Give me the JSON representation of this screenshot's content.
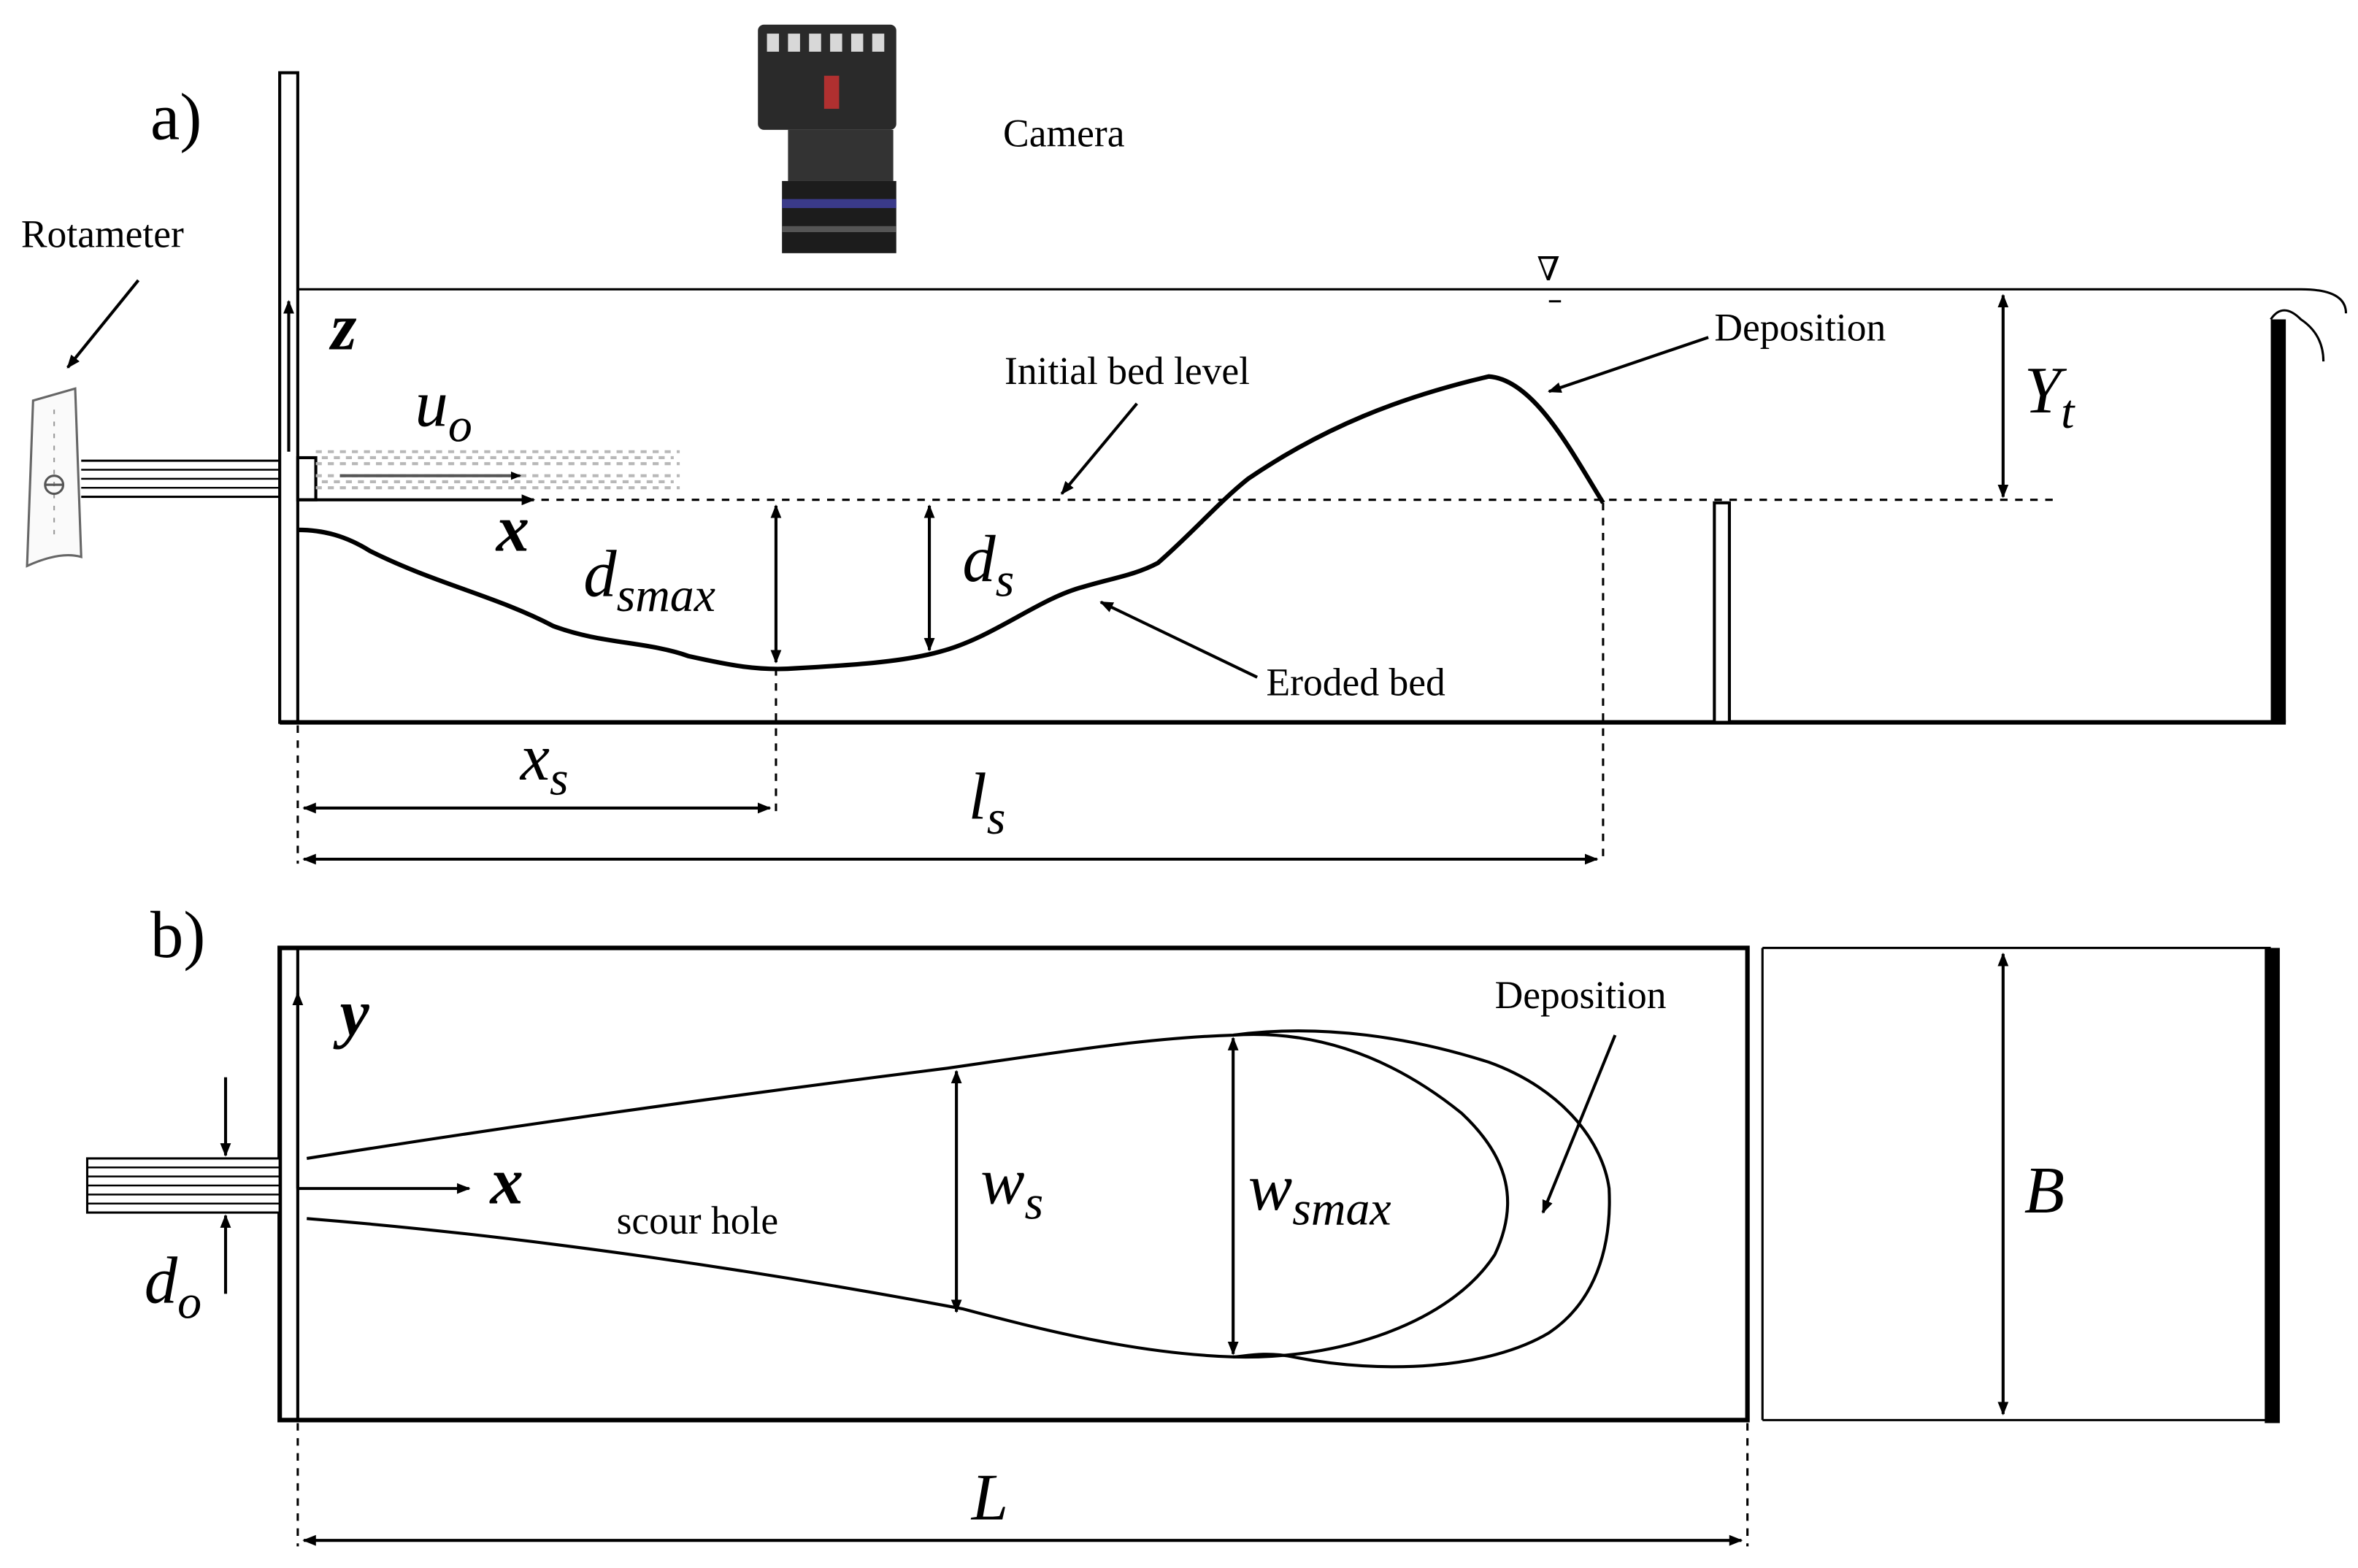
{
  "panel_a": {
    "panel_label": "a)",
    "camera_label": "Camera",
    "rotameter_label": "Rotameter",
    "axis_z": "z",
    "axis_x": "x",
    "velocity": {
      "base": "u",
      "sub": "o"
    },
    "initial_bed_label": "Initial  bed level",
    "deposition_label": "Deposition",
    "eroded_bed_label": "Eroded bed",
    "water_depth": {
      "base": "Y",
      "sub": "t"
    },
    "max_scour_depth": {
      "base": "d",
      "sub": "smax"
    },
    "scour_depth": {
      "base": "d",
      "sub": "s"
    },
    "scour_location": {
      "base": "x",
      "sub": "s"
    },
    "scour_length": {
      "base": "l",
      "sub": "s"
    },
    "water_surface_symbol": "∇"
  },
  "panel_b": {
    "panel_label": "b)",
    "axis_y": "y",
    "axis_x": "x",
    "scour_hole_label": "scour hole",
    "deposition_label": "Deposition",
    "scour_width": {
      "base": "w",
      "sub": "s"
    },
    "max_scour_width": {
      "base": "w",
      "sub": "smax"
    },
    "channel_width": "B",
    "channel_length": "L",
    "jet_diameter": {
      "base": "d",
      "sub": "o"
    }
  },
  "colors": {
    "ink": "#000000",
    "background": "#ffffff",
    "camera_body": "#2a2a2a",
    "jet_particles": "#b8b8b8"
  },
  "icons": [
    "camera-icon",
    "rotameter-icon",
    "water-surface-icon"
  ]
}
